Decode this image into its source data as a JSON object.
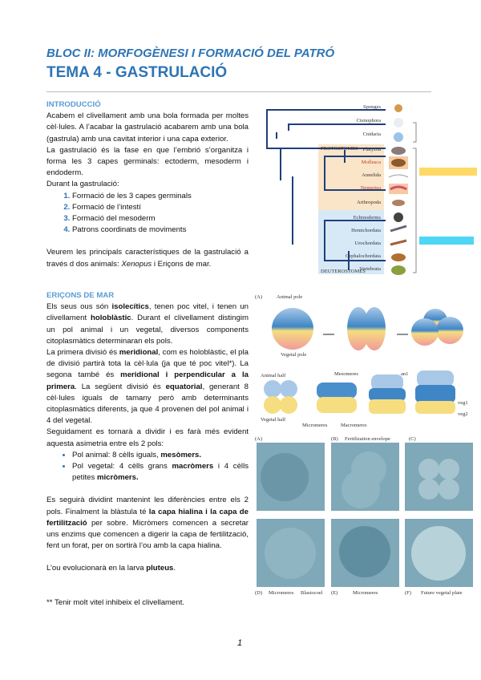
{
  "header": {
    "bloc": "BLOC II: MORFOGÈNESI I FORMACIÓ DEL PATRÓ",
    "tema": "TEMA 4 - GASTRULACIÓ"
  },
  "intro": {
    "heading": "INTRODUCCIÓ",
    "p1": "Acabem el clivellament amb una bola formada per moltes cèl·lules. A l’acabar la gastrulació acabarem amb una bola (gastrula) amb una cavitat interior i una capa exterior.",
    "p2": "La gastrulació és la fase en que l’embrió s’organitza i forma les 3 capes germinals: ectoderm, mesoderm i endoderm.",
    "p3": "Durant la gastrulació:",
    "list": [
      "Formació de les 3 capes germinals",
      "Formació de l’intestí",
      "Formació del mesoderm",
      "Patrons coordinats de moviments"
    ],
    "p4a": "Veurem les principals característiques de la gastrulació a través d dos animals: ",
    "p4i": "Xenopus",
    "p4b": " i Eriçons de mar."
  },
  "ericons": {
    "heading": "ERIÇONS DE MAR",
    "s1": "Els seus ous són ",
    "b1": "isolecítics",
    "s2": ", tenen poc vitel, i tenen un clivellament ",
    "b2": "holoblàstic",
    "s3": ". Durant el clivellament distingim un pol animal i un vegetal, diversos components citoplasmàtics determinaran els pols.",
    "s4": "La primera divisió és ",
    "b4": "meridional",
    "s5": ", com es holoblàstic, el pla de divisió partirà tota la cèl·lula (ja que té poc vitel*). La segona també és ",
    "b5": "meridional i perpendicular a la primera",
    "s6": ". La següent divisió és ",
    "b6": "equatorial",
    "s7": ", generant 8 cèl·lules iguals de tamany però amb determinants citoplasmàtics diferents, ja que 4 provenen del pol animal i 4 del vegetal.",
    "s8": "Seguidament es tornarà a dividir i es farà més evident aquesta asimetria entre els 2 pols:",
    "bul1a": "Pol animal: 8 cèlls iguals, ",
    "bul1b": "mesòmers.",
    "bul2a": "Pol vegetal: 4 cèlls grans ",
    "bul2b": "macròmers",
    "bul2c": " i 4 cèlls petites ",
    "bul2d": "micròmers.",
    "s9": "Es seguirà dividint mantenint les diferències entre els 2 pols. Finalment la blàstula té ",
    "b9": "la capa hialina i la capa de fertilització",
    "s10": " per sobre. Micròmers comencen a secretar uns enzims que comencen a digerir la capa de fertilització, fent un forat, per on sortirà l’ou amb la capa hialina.",
    "s11": "L’ou evolucionarà en la larva ",
    "b11": "pluteus",
    "s12": ".",
    "note": "** Tenir molt vitel inhibeix el clivellament."
  },
  "fig_tree": {
    "taxa": [
      "Sponges",
      "Ctenophora",
      "Cnidaria",
      "Platyzoa",
      "Mollusca",
      "Annelida",
      "Nemertea",
      "Arthropoda",
      "Echinoderms",
      "Hemichordata",
      "Urochordata",
      "Cephalochordata",
      "Vertebrata"
    ],
    "groups": [
      "PROTOSTOMES",
      "DEUTEROSTOMES"
    ],
    "highlight_colors": {
      "proto": "#fbe5c8",
      "deutero": "#d7e9f7",
      "box1": "#ffd966",
      "box2": "#4fd6f5"
    }
  },
  "fig_cleavage": {
    "tag_a": "(A)",
    "animal_pole": "Animal pole",
    "vegetal_pole": "Vegetal pole",
    "animal_half": "Animal half",
    "vegetal_half": "Vegetal half",
    "mesomeres": "Mesomeres",
    "macromeres": "Macromeres",
    "micromeres": "Micromeres",
    "an1": "an1",
    "veg1": "veg1",
    "veg2": "veg2"
  },
  "fig_photos": {
    "tags": [
      "(A)",
      "(B)",
      "(C)",
      "(D)",
      "(E)",
      "(F)"
    ],
    "fert": "Fertilization envelope",
    "micromeres": "Micromeres",
    "blastocoel": "Blastocoel",
    "plate": "Future vegetal plate"
  },
  "page_number": "1"
}
